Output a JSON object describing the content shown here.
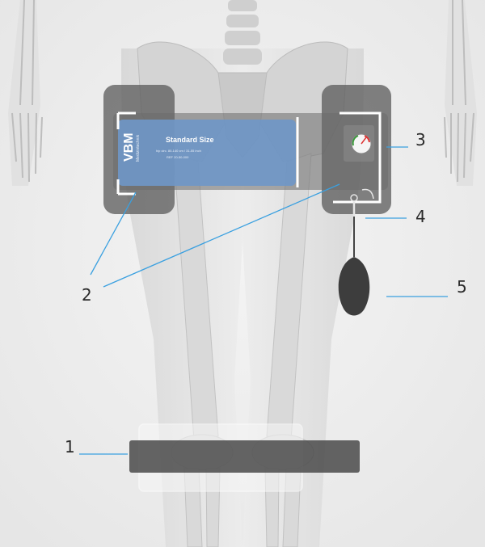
{
  "diagram": {
    "callouts": [
      {
        "id": "1",
        "label": "1"
      },
      {
        "id": "2",
        "label": "2"
      },
      {
        "id": "3",
        "label": "3"
      },
      {
        "id": "4",
        "label": "4"
      },
      {
        "id": "5",
        "label": "5"
      }
    ],
    "belt": {
      "brand": "VBM",
      "brand_sub": "Medizintechnik",
      "title": "Standard Size",
      "line1": "hip circ. 80-140 cm / 31-55 inch",
      "line2": "REF 20-50-000"
    },
    "colors": {
      "line": "#3aa0e0",
      "belt_blue": "#6f97c8",
      "strap": "#4a4a4a",
      "bone": "#d9d9d9",
      "body": "#e3e3e3",
      "background": "#f1f1f1"
    }
  }
}
